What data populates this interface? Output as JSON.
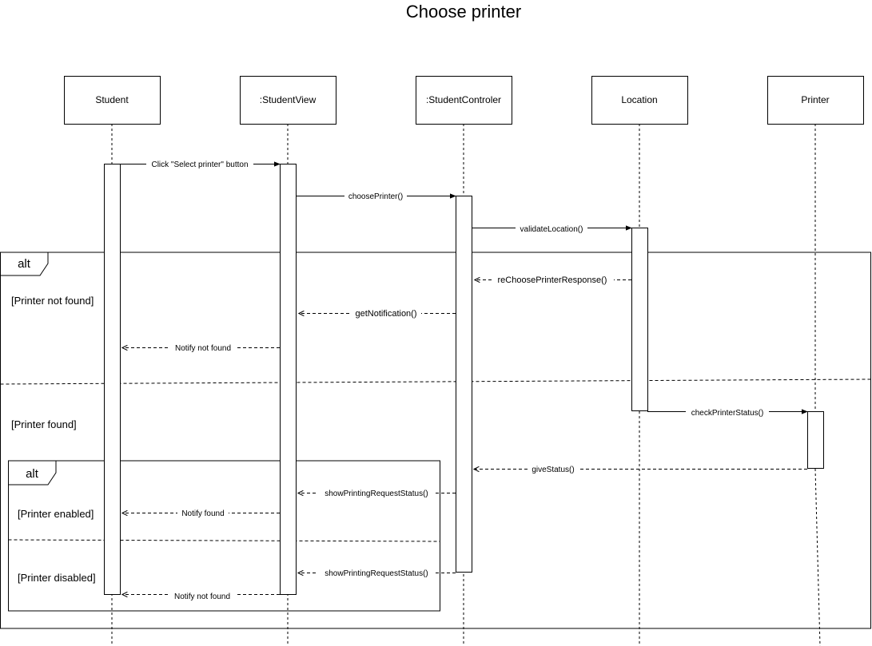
{
  "title": "Choose printer",
  "lifelines": [
    {
      "id": "student",
      "label": "Student"
    },
    {
      "id": "view",
      "label": ":StudentView"
    },
    {
      "id": "controller",
      "label": ":StudentControler"
    },
    {
      "id": "location",
      "label": "Location"
    },
    {
      "id": "printer",
      "label": "Printer"
    }
  ],
  "messages": [
    {
      "label": "Click \"Select printer\" button",
      "from": "student",
      "to": "view",
      "kind": "sync"
    },
    {
      "label": "choosePrinter()",
      "from": "view",
      "to": "controller",
      "kind": "sync"
    },
    {
      "label": "validateLocation()",
      "from": "controller",
      "to": "location",
      "kind": "sync"
    },
    {
      "label": "reChoosePrinterResponse()",
      "from": "location",
      "to": "controller",
      "kind": "return"
    },
    {
      "label": "getNotification()",
      "from": "controller",
      "to": "view",
      "kind": "return"
    },
    {
      "label": "Notify not found",
      "from": "view",
      "to": "student",
      "kind": "return"
    },
    {
      "label": "checkPrinterStatus()",
      "from": "location",
      "to": "printer",
      "kind": "sync"
    },
    {
      "label": "giveStatus()",
      "from": "printer",
      "to": "controller",
      "kind": "return"
    },
    {
      "label": "showPrintingRequestStatus()",
      "from": "controller",
      "to": "view",
      "kind": "return"
    },
    {
      "label": "Notify found",
      "from": "view",
      "to": "student",
      "kind": "return"
    },
    {
      "label": "showPrintingRequestStatus()",
      "from": "controller",
      "to": "view",
      "kind": "return"
    },
    {
      "label": "Notify not found",
      "from": "view",
      "to": "student",
      "kind": "return"
    }
  ],
  "fragments": [
    {
      "operator": "alt",
      "guards": [
        "[Printer not found]",
        "[Printer found]"
      ]
    },
    {
      "operator": "alt",
      "guards": [
        "[Printer enabled]",
        "[Printer disabled]"
      ]
    }
  ]
}
